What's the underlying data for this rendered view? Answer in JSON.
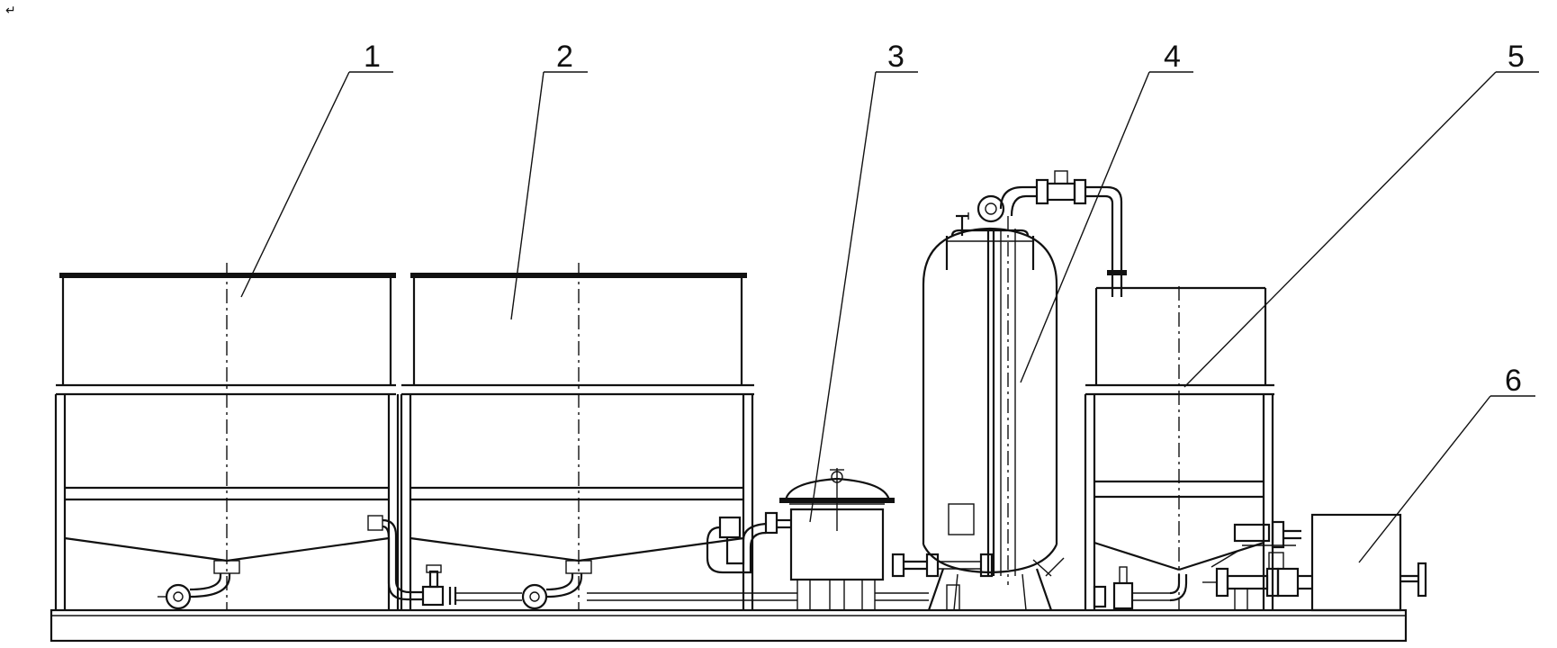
{
  "callouts": [
    {
      "number": "1",
      "component": "tank-1"
    },
    {
      "number": "2",
      "component": "tank-2"
    },
    {
      "number": "3",
      "component": "filter"
    },
    {
      "number": "4",
      "component": "vessel"
    },
    {
      "number": "5",
      "component": "tank-3"
    },
    {
      "number": "6",
      "component": "control-box"
    }
  ],
  "corner_mark": "↵"
}
